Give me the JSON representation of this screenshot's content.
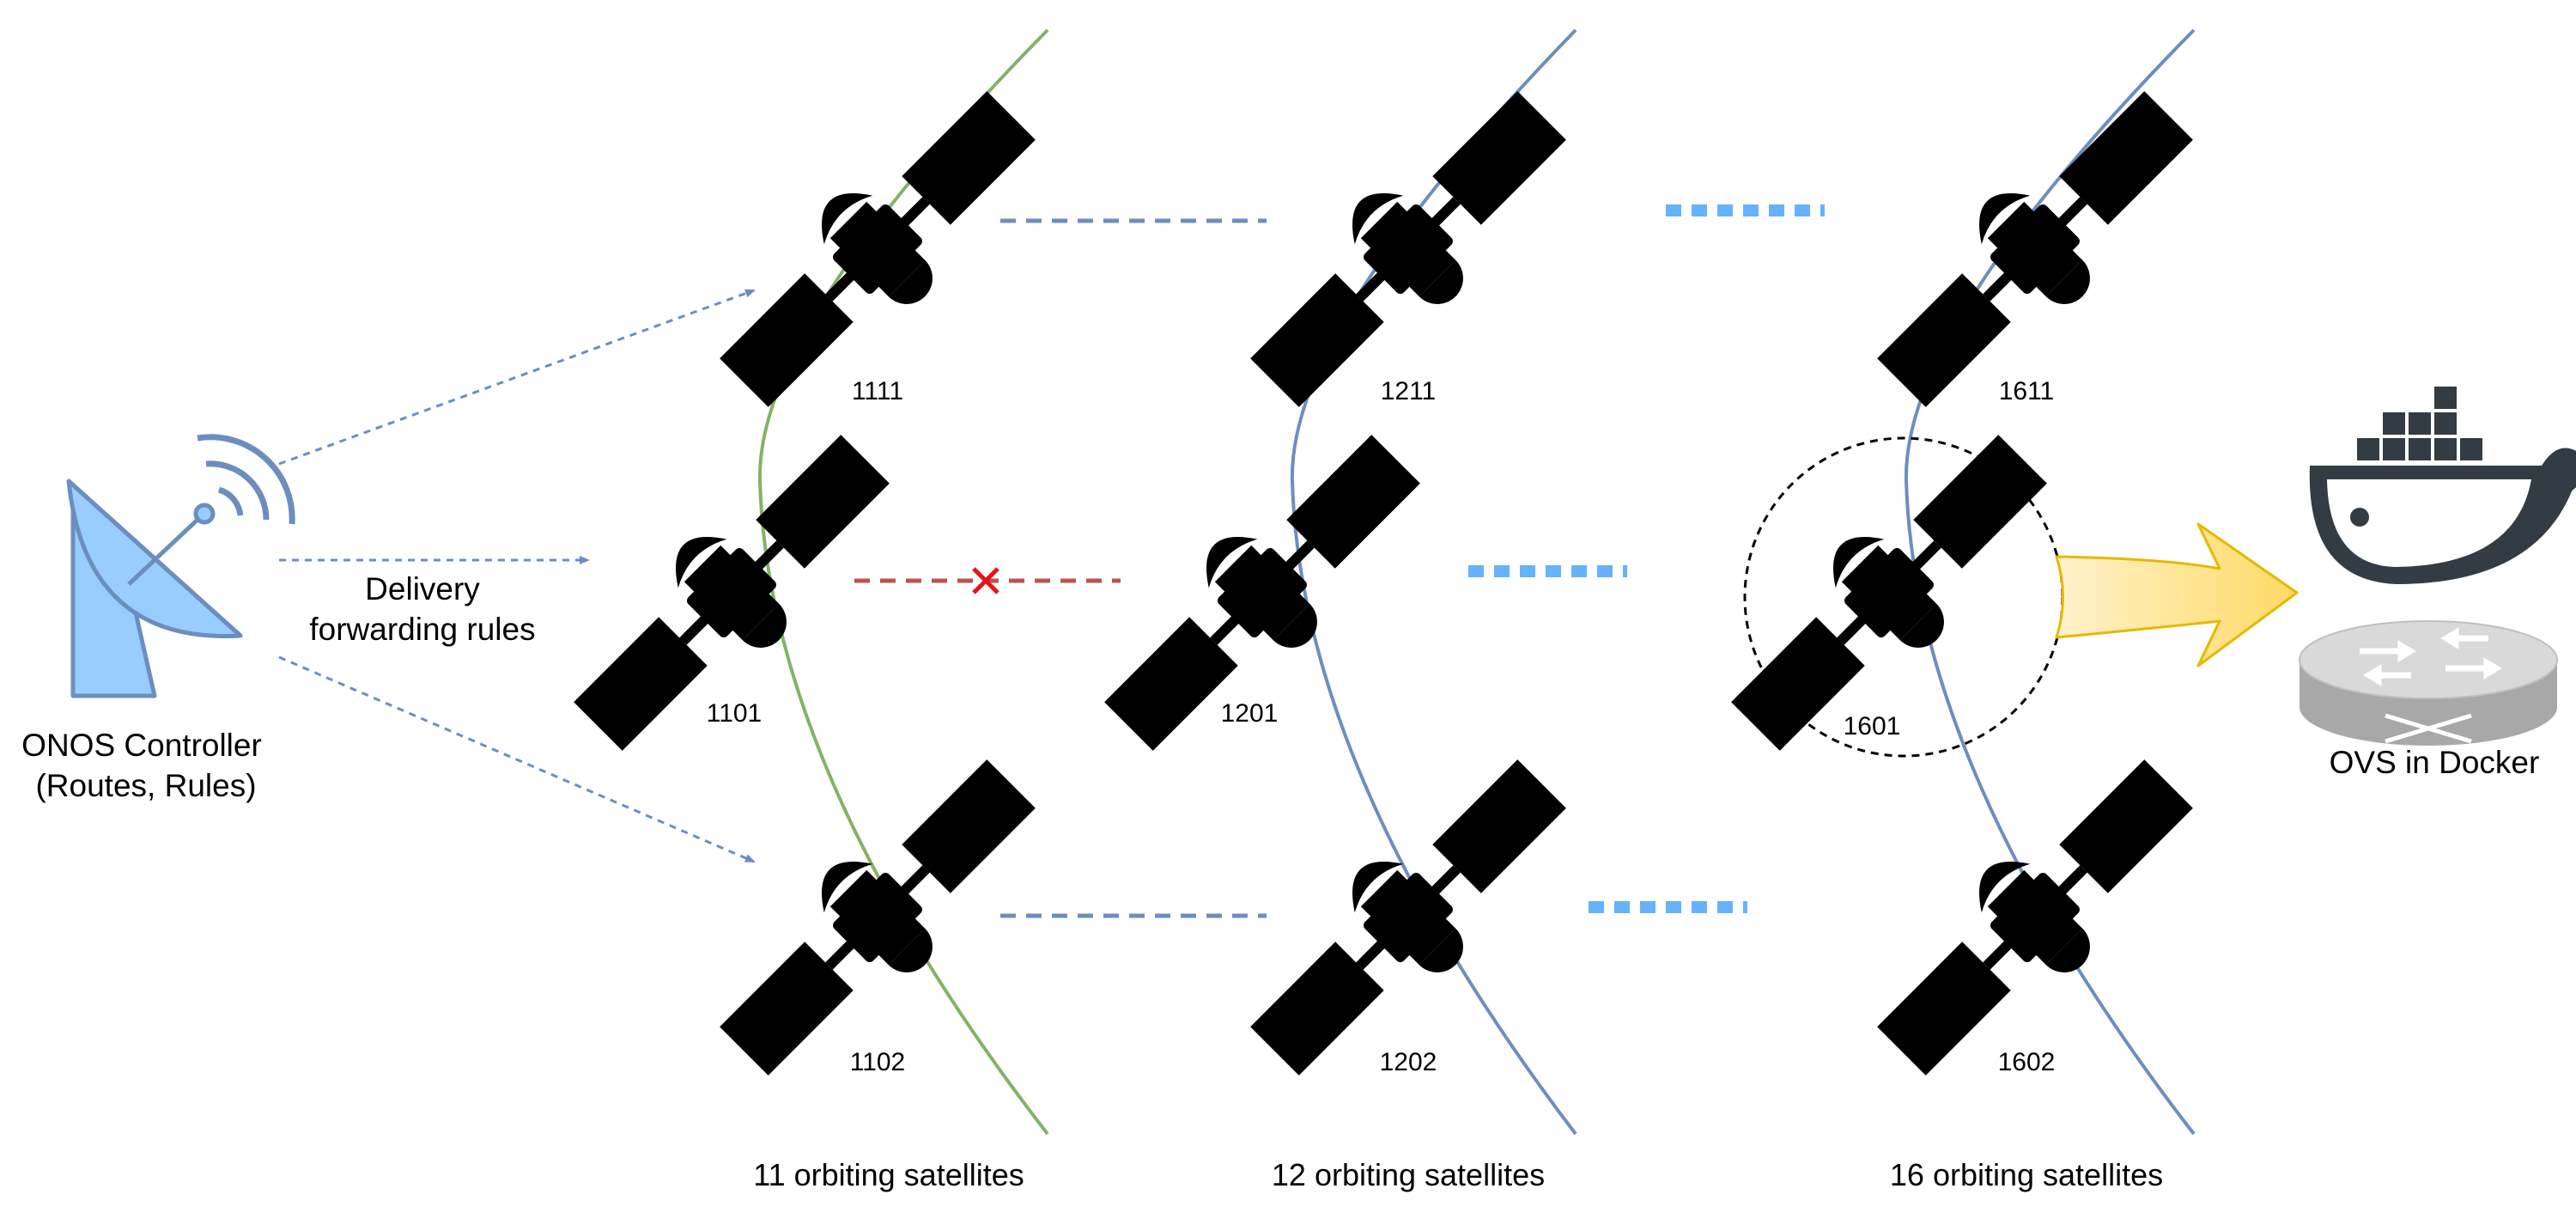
{
  "controller": {
    "label_line1": "ONOS Controller",
    "label_line2": "(Routes, Rules)"
  },
  "delivery": {
    "label_line1": "Delivery",
    "label_line2": "forwarding rules"
  },
  "satellites": {
    "s1111": "1111",
    "s1101": "1101",
    "s1102": "1102",
    "s1211": "1211",
    "s1201": "1201",
    "s1202": "1202",
    "s1611": "1611",
    "s1601": "1601",
    "s1602": "1602"
  },
  "orbits": {
    "o11": "11 orbiting satellites",
    "o12": "12 orbiting satellites",
    "o16": "16 orbiting satellites"
  },
  "ovs": {
    "label": "OVS in Docker"
  },
  "colors": {
    "green_fill": "#d5e8d4",
    "green_stroke": "#82b366",
    "purple_fill": "#a897d0",
    "purple_stroke": "#6c8ebf",
    "lightblue_fill": "#dae8fc",
    "lightblue_stroke": "#6c8ebf",
    "dish_fill": "#99ccff",
    "link_red": "#b85450",
    "dotted_blue": "#66b2ff",
    "arrow_yellow": "#ffd966",
    "docker_dark": "#333c44"
  }
}
